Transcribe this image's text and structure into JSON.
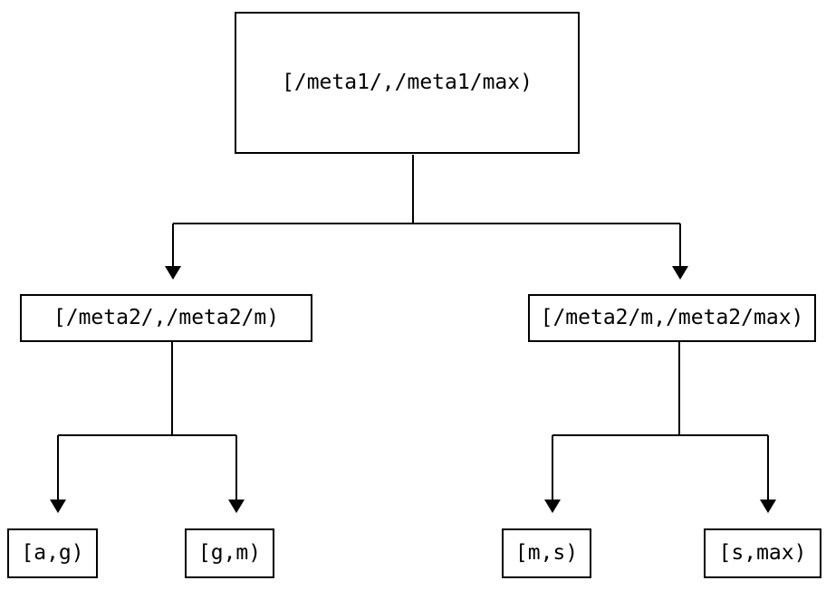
{
  "diagram": {
    "type": "interval-partition-tree",
    "background_color": "#ffffff",
    "line_color": "#000000",
    "nodes": {
      "root": {
        "label": "[/meta1/,/meta1/max)"
      },
      "left": {
        "label": "[/meta2/,/meta2/m)"
      },
      "right": {
        "label": "[/meta2/m,/meta2/max)"
      },
      "leaf_ag": {
        "label": "[a,g)"
      },
      "leaf_gm": {
        "label": "[g,m)"
      },
      "leaf_ms": {
        "label": "[m,s)"
      },
      "leaf_smax": {
        "label": "[s,max)"
      }
    },
    "edges": [
      {
        "from": "root",
        "to": "left"
      },
      {
        "from": "root",
        "to": "right"
      },
      {
        "from": "left",
        "to": "leaf_ag"
      },
      {
        "from": "left",
        "to": "leaf_gm"
      },
      {
        "from": "right",
        "to": "leaf_ms"
      },
      {
        "from": "right",
        "to": "leaf_smax"
      }
    ]
  }
}
